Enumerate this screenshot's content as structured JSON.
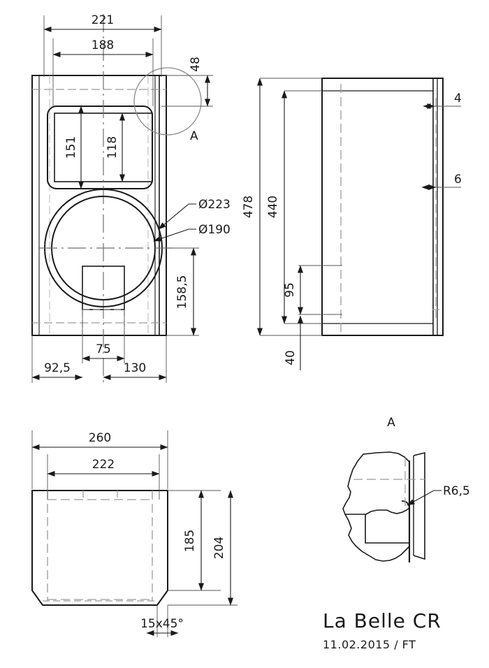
{
  "drawing": {
    "title": "La Belle CR",
    "subtitle": "11.02.2015 / FT",
    "detail_label_top": "A",
    "detail_callout_label": "A"
  },
  "front_view": {
    "dims": {
      "overall_width": "221",
      "inner_width": "188",
      "top_offset": "48",
      "port_height_outer": "151",
      "port_height_inner": "118",
      "driver_outer_dia": "Ø223",
      "driver_inner_dia": "Ø190",
      "driver_center_height": "158,5",
      "brace_width": "75",
      "left_offset": "92,5",
      "right_offset": "130"
    }
  },
  "side_view": {
    "dims": {
      "overall_height": "478",
      "inner_height": "440",
      "panel_thickness_top": "4",
      "panel_thickness_mid": "6",
      "shelf_height": "95",
      "bottom_offset": "40"
    }
  },
  "top_view": {
    "dims": {
      "overall_width": "260",
      "inner_width": "222",
      "inner_depth": "185",
      "overall_depth": "204",
      "chamfer": "15x45°"
    }
  },
  "detail_a": {
    "label": "A",
    "radius": "R6,5"
  },
  "colors": {
    "line": "#1a1a1a",
    "thin": "#555555",
    "hidden": "#9a9a9a",
    "center": "#8a8a8a",
    "detail_circle": "#8a8a8a"
  }
}
